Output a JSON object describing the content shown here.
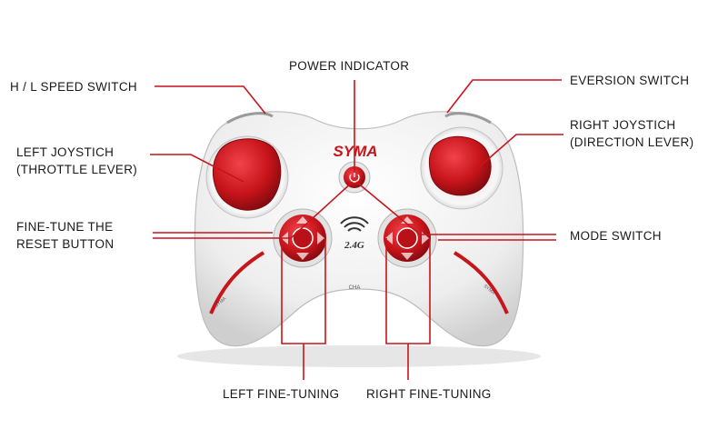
{
  "diagram": {
    "brand": "SYMA",
    "frequency": "2.4G",
    "channel_mark": "CHA",
    "side_mark_left": "SYMA",
    "side_mark_right": "SYMA",
    "accent_color": "#c8141b",
    "body_color": "#f2f2f2",
    "labels": {
      "power_indicator": "POWER INDICATOR",
      "hl_speed_switch": "H / L SPEED SWITCH",
      "eversion_switch": "EVERSION SWITCH",
      "left_joystick_1": "LEFT JOYSTICH",
      "left_joystick_2": "(THROTTLE LEVER)",
      "right_joystick_1": "RIGHT JOYSTICH",
      "right_joystick_2": "(DIRECTION LEVER)",
      "fine_tune_1": "FINE-TUNE THE",
      "fine_tune_2": "RESET BUTTON",
      "mode_switch": "MODE SWITCH",
      "left_fine_tuning": "LEFT FINE-TUNING",
      "right_fine_tuning": "RIGHT FINE-TUNING"
    }
  }
}
